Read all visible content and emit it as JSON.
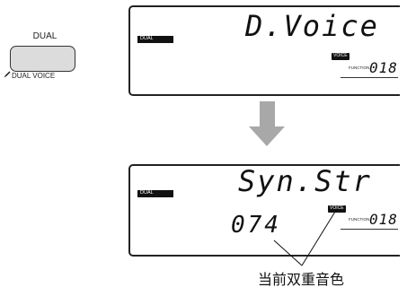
{
  "dual_button": {
    "title": "DUAL",
    "caption": "DUAL VOICE",
    "caption_icon": "pencil-icon"
  },
  "screen_before": {
    "indicator": "DUAL",
    "main_text": "D.Voice",
    "voice_tag": "VOICE",
    "function_label": "FUNCTION",
    "function_number": "018"
  },
  "arrow": {
    "icon": "down-arrow-icon",
    "color": "#a8a8a8"
  },
  "screen_after": {
    "indicator": "DUAL",
    "main_text": "Syn.Str",
    "voice_tag": "VOICE",
    "voice_number": "074",
    "function_label": "FUNCTION",
    "function_number": "018"
  },
  "callout": {
    "text": "当前双重音色"
  }
}
